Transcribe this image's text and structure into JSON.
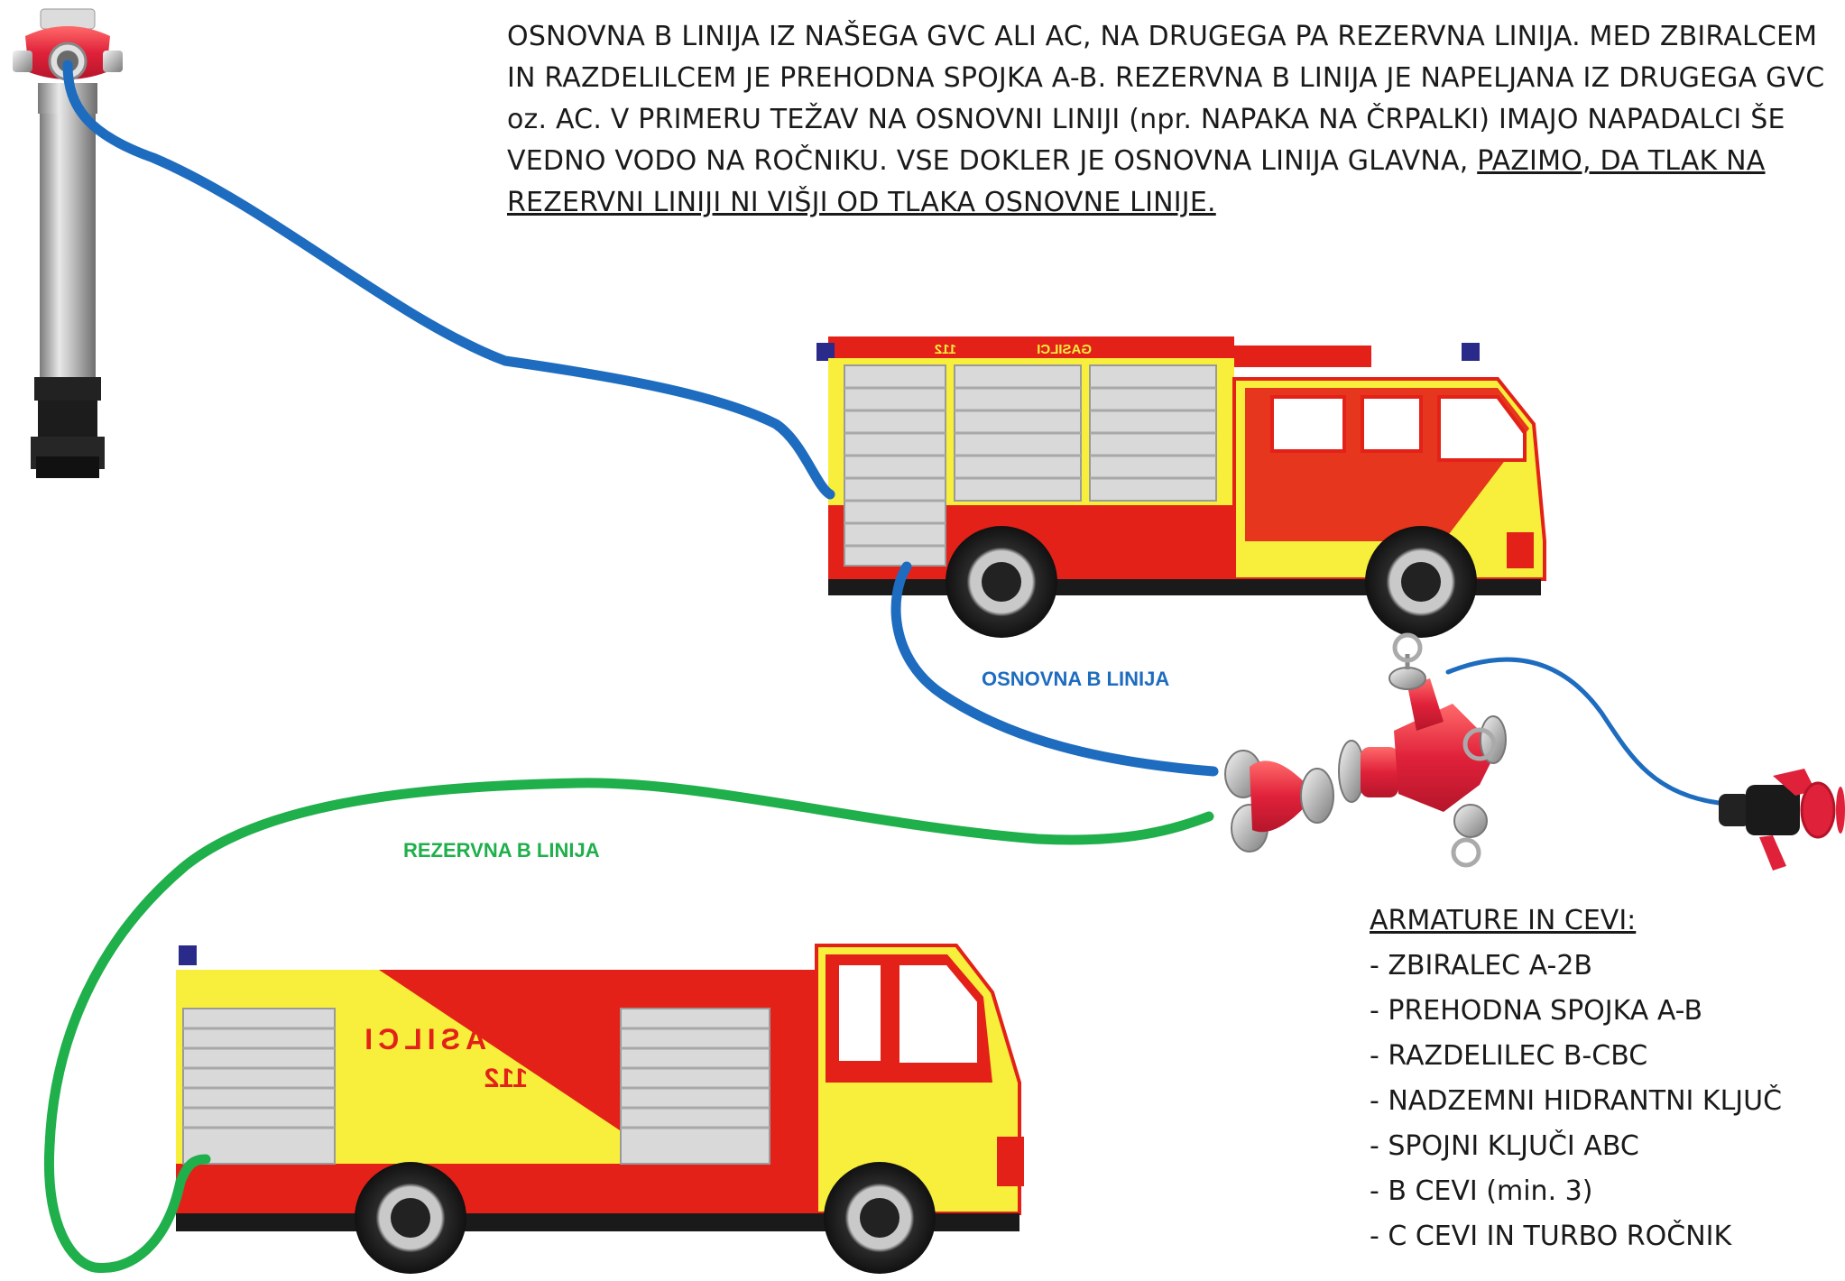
{
  "intro": {
    "text": "OSNOVNA B LINIJA IZ NAŠEGA GVC ALI AC, NA DRUGEGA PA REZERVNA LINIJA. MED ZBIRALCEM IN RAZDELILCEM JE PREHODNA SPOJKA A-B. REZERVNA B LINIJA JE NAPELJANA IZ DRUGEGA GVC oz. AC. V PRIMERU TEŽAV NA OSNOVNI LINIJI (npr. NAPAKA NA ČRPALKI) IMAJO NAPADALCI ŠE VEDNO VODO NA ROČNIKU. VSE DOKLER JE OSNOVNA LINIJA GLAVNA, ",
    "underlined": "PAZIMO, DA TLAK NA REZERVNI LINIJI NI VIŠJI OD TLAKA OSNOVNE LINIJE."
  },
  "labels": {
    "main_line": "OSNOVNA B LINIJA",
    "reserve_line": "REZERVNA B LINIJA"
  },
  "trucks": {
    "text_top": "GASILCI",
    "number_top": "112",
    "text_bottom": "GASILCI",
    "number_bottom": "112"
  },
  "equipment": {
    "title": "ARMATURE IN CEVI:",
    "items": [
      "- ZBIRALEC A-2B",
      "- PREHODNA SPOJKA A-B",
      "- RAZDELILEC B-CBC",
      "- NADZEMNI HIDRANTNI KLJUČ",
      "- SPOJNI KLJUČI ABC",
      "- B CEVI (min. 3)",
      "- C CEVI IN TURBO ROČNIK"
    ]
  },
  "colors": {
    "main_hose": "#1e6cbf",
    "reserve_hose": "#1faf4b",
    "truck_red": "#e32119",
    "truck_yellow": "#f7ef3c"
  }
}
